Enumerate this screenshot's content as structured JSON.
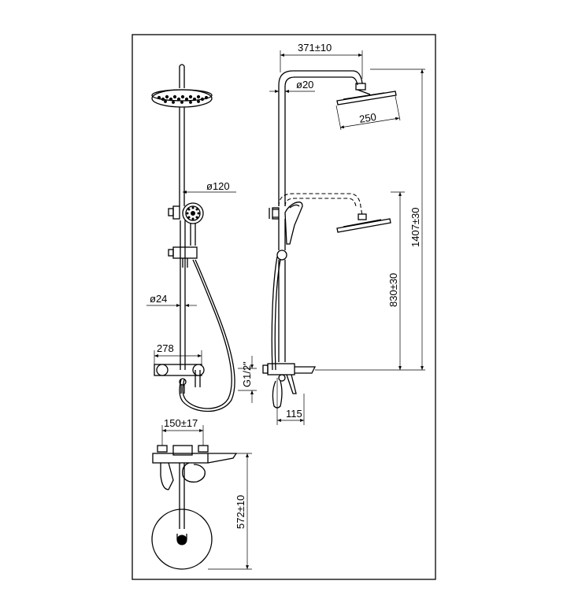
{
  "dimensions": {
    "top_width": "371±10",
    "pipe_diameter": "ø20",
    "head_diameter": "250",
    "total_height": "1407±30",
    "outlet_height": "830±30",
    "hand_shower_diameter": "ø120",
    "riser_diameter": "ø24",
    "mixer_width": "278",
    "thread": "G1/2\"",
    "wall_offset": "115",
    "inlet_spacing": "150±17",
    "mixer_to_head_height": "572±10"
  }
}
